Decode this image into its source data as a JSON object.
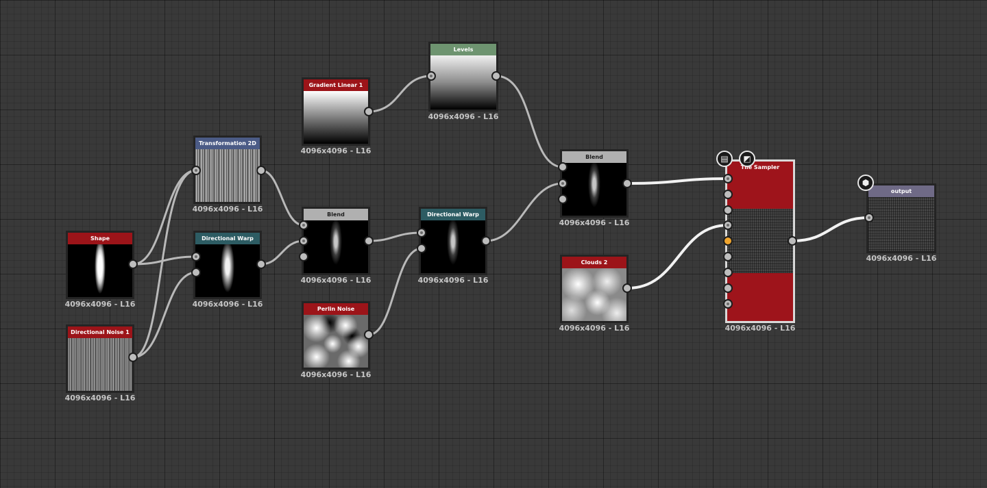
{
  "colors": {
    "background": "#393939",
    "wire": "#b9b9b9",
    "header_red": "#9c1419",
    "header_slate": "#4b5b86",
    "header_teal": "#2d5c63",
    "header_grey": "#b0b0b0",
    "header_green": "#6e9470",
    "header_lavender": "#6f6a86",
    "active_port": "#f0a52d"
  },
  "nodes": {
    "shape": {
      "title": "Shape",
      "resolution": "4096x4096 - L16"
    },
    "directional_noise_1": {
      "title": "Directional Noise 1",
      "resolution": "4096x4096 - L16"
    },
    "transformation_2d": {
      "title": "Transformation 2D",
      "resolution": "4096x4096 - L16"
    },
    "directional_warp_1": {
      "title": "Directional Warp",
      "resolution": "4096x4096 - L16"
    },
    "gradient_linear_1": {
      "title": "Gradient Linear 1",
      "resolution": "4096x4096 - L16"
    },
    "blend_1": {
      "title": "Blend",
      "resolution": "4096x4096 - L16"
    },
    "perlin_noise": {
      "title": "Perlin Noise",
      "resolution": "4096x4096 - L16"
    },
    "levels": {
      "title": "Levels",
      "resolution": "4096x4096 - L16"
    },
    "directional_warp_2": {
      "title": "Directional Warp",
      "resolution": "4096x4096 - L16"
    },
    "blend_2": {
      "title": "Blend",
      "resolution": "4096x4096 - L16"
    },
    "clouds_2": {
      "title": "Clouds 2",
      "resolution": "4096x4096 - L16"
    },
    "tile_sampler": {
      "title": "Tile Sampler",
      "resolution": "4096x4096 - L16"
    },
    "output": {
      "title": "output",
      "resolution": "4096x4096 - L16"
    }
  },
  "icons": {
    "tile_sampler_doc": "document-icon",
    "tile_sampler_pattern": "checker-icon",
    "output_cube": "cube-icon"
  }
}
